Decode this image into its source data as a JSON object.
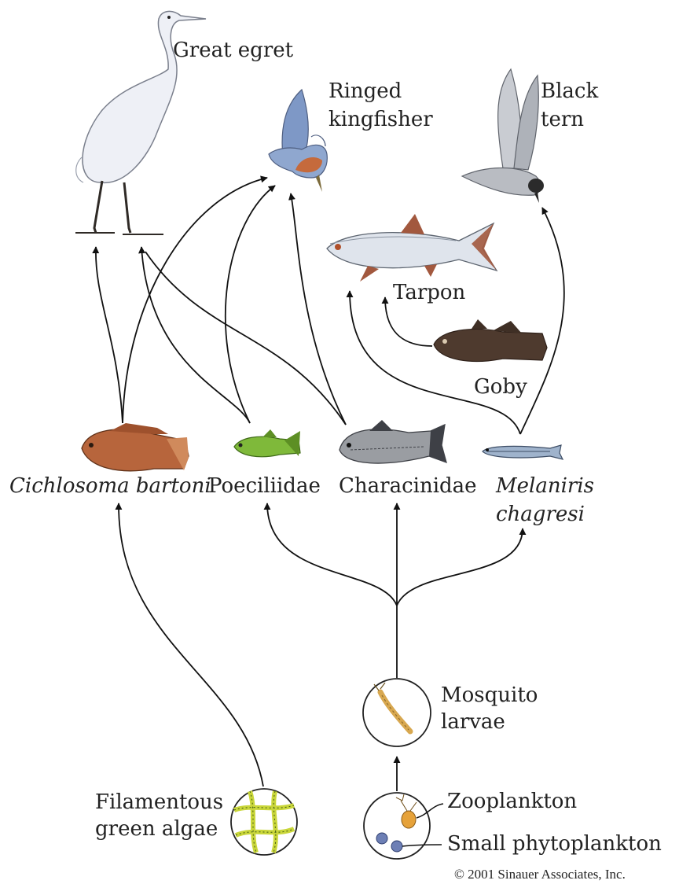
{
  "labels": {
    "great_egret": "Great egret",
    "kingfisher_1": "Ringed",
    "kingfisher_2": "kingfisher",
    "black_tern_1": "Black",
    "black_tern_2": "tern",
    "tarpon": "Tarpon",
    "goby": "Goby",
    "cichlosoma": "Cichlosoma bartoni",
    "poeciliidae": "Poeciliidae",
    "characinidae": "Characinidae",
    "melaniris_1": "Melaniris",
    "melaniris_2": "chagresi",
    "mosquito_1": "Mosquito",
    "mosquito_2": "larvae",
    "algae_1": "Filamentous",
    "algae_2": "green algae",
    "zooplankton": "Zooplankton",
    "phytoplankton": "Small phytoplankton",
    "copyright": "© 2001 Sinauer Associates, Inc."
  },
  "colors": {
    "egret": "#eef0f6",
    "kingfisher_blue": "#7e98c6",
    "kingfisher_breast": "#c56a3c",
    "tern_grey": "#b9bcc2",
    "tarpon_body": "#dfe4ec",
    "tarpon_fin": "#a2583e",
    "goby": "#4e3a2e",
    "cichlid": "#b7653c",
    "poeciliid": "#7fb93a",
    "characin": "#9a9da2",
    "melaniris": "#9fb3cc",
    "algae": "#c9d63a",
    "mosquito": "#d8a850",
    "zooplankton": "#e6a23a",
    "phytoplankton": "#6d7fb5"
  }
}
